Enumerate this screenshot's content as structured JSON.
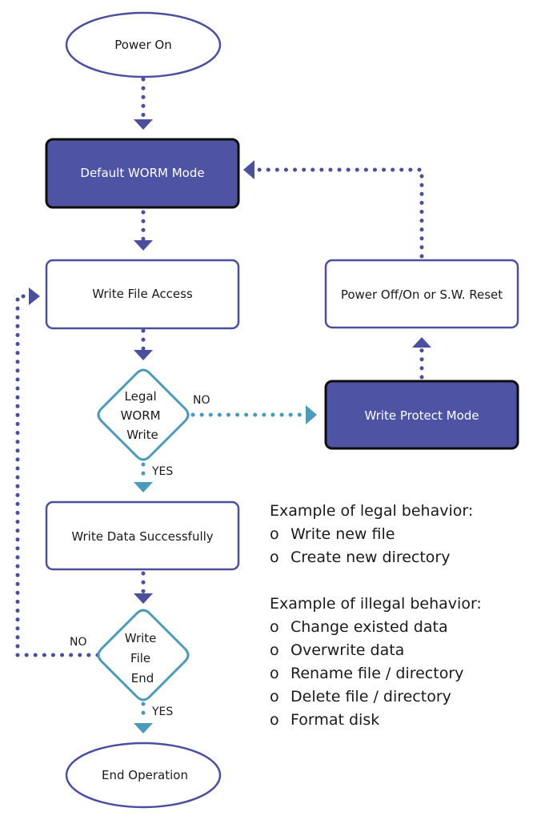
{
  "colors": {
    "stroke_dark": "#4b4f9c",
    "fill_dark": "#4e53a3",
    "decision_stroke": "#4c9ab8",
    "text_dark": "#1a1a1a",
    "text_light": "#ffffff"
  },
  "nodes": {
    "power_on": "Power On",
    "default_worm": "Default WORM Mode",
    "write_file_access": "Write File Access",
    "legal_worm_write": [
      "Legal",
      "WORM",
      "Write"
    ],
    "write_protect": "Write Protect Mode",
    "power_reset": "Power Off/On or S.W. Reset",
    "write_data_success": "Write Data Successfully",
    "write_file_end": [
      "Write",
      "File",
      "End"
    ],
    "end_operation": "End Operation"
  },
  "edge_labels": {
    "no_1": "NO",
    "yes_1": "YES",
    "no_2": "NO",
    "yes_2": "YES"
  },
  "legend": {
    "legal_title": "Example of legal behavior:",
    "legal_items": [
      "Write new file",
      "Create new directory"
    ],
    "illegal_title": "Example of illegal behavior:",
    "illegal_items": [
      "Change existed data",
      "Overwrite data",
      "Rename file / directory",
      "Delete file / directory",
      "Format disk"
    ],
    "bullet": "o"
  }
}
